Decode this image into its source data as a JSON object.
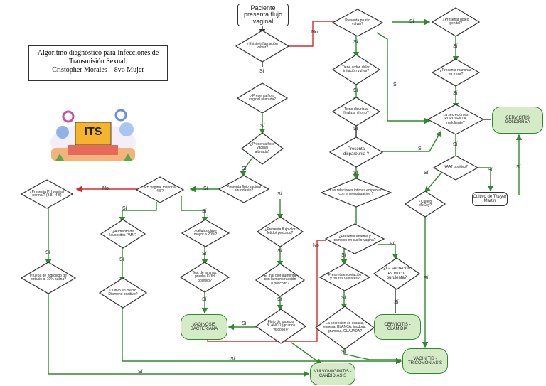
{
  "title": {
    "line1": "Algoritmo diagnóstico para Infecciones de",
    "line2": "Transmisión Sexual.",
    "line3": "Cristopher Morales – 8vo Mujer"
  },
  "logo": {
    "text": "ITS"
  },
  "nodes": {
    "start": "Paciente presenta flujo vaginal",
    "q_inflamacion": "¿Existe inflamación vulvar?",
    "q_prurito": "Presenta prurito vulvar?",
    "q_goteo": "¿Presenta goteo genital?",
    "q_manchas": "¿Presenta manchas en fresa?",
    "q_ardor": "Tiene ardor, dolor, irritación vulvar?",
    "q_olor": "Tiene disuria al finalizar chorro?",
    "q_purulenta": "La secreción es PURULENTA, maloliente?",
    "cervicitis_gono": "CERVICITIS GONORREA",
    "q_flora": "¿Presenta flora vaginal alterada?",
    "q_flora2": "¿Presenta flora vaginal alterada?",
    "q_dispareunia": "Presenta dispareunia ?",
    "q_naat": "NAAT positivo?",
    "q_flujo_abundante": "Presenta flujo vaginal abundante?",
    "q_ph": "PH vaginal mayor a 4.5?",
    "q_ph_normal": "¿Presenta PH vaginal normal? (3.8 - 4.5)",
    "q_relaciones": "Las relaciones íntimas empeoran con la menstruación ?",
    "q_cultivo_mccoy": "¿Cultivo McCoy?",
    "cultivo_thayer": "Cultivo de Thayer Martin",
    "q_pmn": "¿Aumento de leucocitos PMN?",
    "q_clue": "¿células clave mayor a 20%?",
    "q_olor_fetido": "¿Presenta flujo olor fétido/ pescado?",
    "q_eritema": "¿Presenta eritema y cambios en cuello vagina?",
    "prueba_hidroxido": "Prueba de hidróxido de potasio al 10% salina?",
    "cultivo_diamond": "Cultivo en medio Diamond positivo?",
    "test_aminas": "Test de aminas: prueba KOH positivo?",
    "q_mal_olor": "El mal olor aumenta con la menstruación o poscoito?",
    "q_excoriacion": "Presenta excoriación y fisuras vulvares?",
    "q_mucopurulenta": "¿La secreción es muco-purulenta?",
    "q_blanco": "Flujo de aspecto BLANCO (grumos viscoso)?",
    "q_escasa": "La secreción es escasa, espesa, BLANCA, inodora, grumosa, CUAJADA?",
    "vaginosis": "VAGINOSIS BACTERIANA",
    "cervicitis_clamidia": "CERVICITIS - CLAMIDIA",
    "vaginitis_trico": "VAGINITIS - TRICOMONIASIS",
    "vulvovaginitis": "VULVOVAGINITIS - CANDIDIASIS"
  },
  "labels": {
    "si": "Sí",
    "no": "No"
  },
  "colors": {
    "yes_arrow": "#2f8a2f",
    "no_arrow": "#d62b2b",
    "line": "#333333",
    "diagnosis_fill": "#d5ebc7"
  }
}
